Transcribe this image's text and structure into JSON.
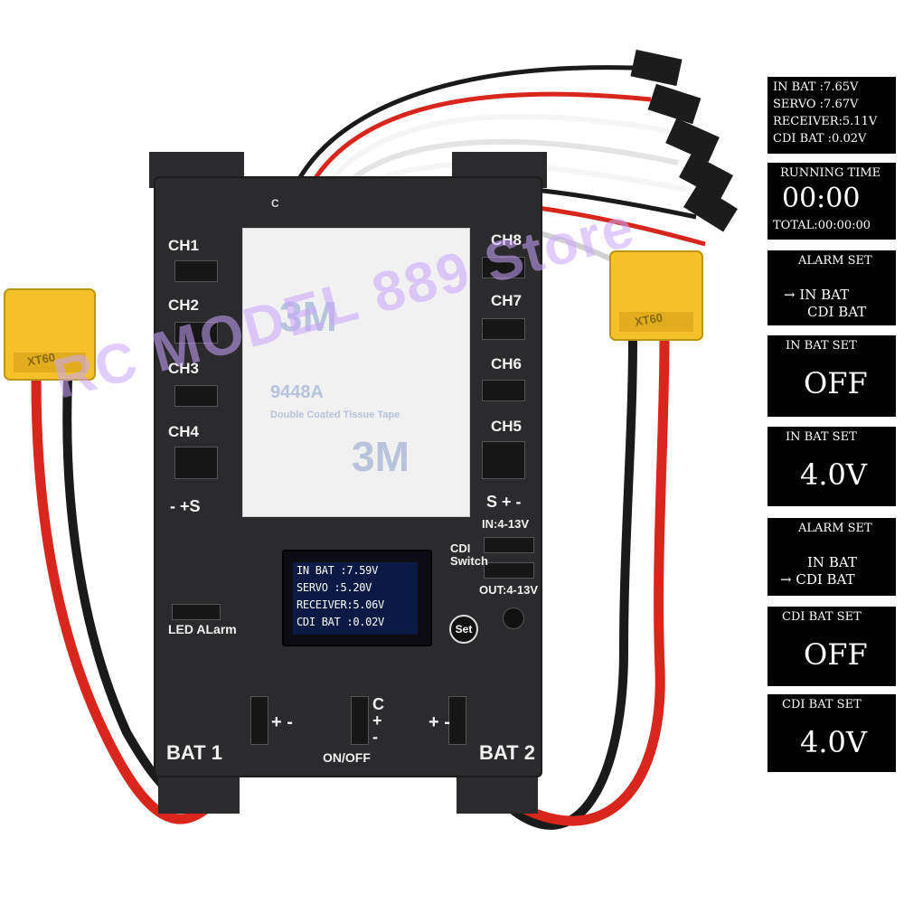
{
  "board": {
    "channels_left": [
      "CH1",
      "CH2",
      "CH3",
      "CH4"
    ],
    "channels_right": [
      "CH8",
      "CH7",
      "CH6",
      "CH5"
    ],
    "pin_left": "- +S",
    "pin_right": "S + -",
    "in_range": "IN:4-13V",
    "cdi_switch": "CDI Switch",
    "out_range": "OUT:4-13V",
    "led_alarm": "LED ALarm",
    "set": "Set",
    "bat1": "BAT 1",
    "bat2": "BAT 2",
    "on_off": "ON/OFF",
    "plus_minus": "+ -",
    "c_plus_minus": "C + -",
    "top_mark": "C",
    "sticker": {
      "logo": "3M",
      "code": "9448A",
      "tape": "Double Coated Tissue Tape"
    },
    "connector_left": "XT60",
    "connector_right": "XT60",
    "oled": {
      "lines": [
        "IN BAT  :7.59V",
        "SERVO   :5.20V",
        "RECEIVER:5.06V",
        "CDI BAT :0.02V"
      ]
    }
  },
  "panels": [
    {
      "lines": [
        "IN BAT   :7.65V",
        "SERVO    :7.67V",
        "RECEIVER:5.11V",
        "CDI BAT  :0.02V"
      ]
    },
    {
      "title": "RUNNING TIME",
      "big": "00:00",
      "footer": "TOTAL:00:00:00"
    },
    {
      "title": "ALARM SET",
      "item1": "→ IN  BAT",
      "item2": "CDI BAT"
    },
    {
      "title": "IN BAT SET",
      "big": "OFF"
    },
    {
      "title": "IN BAT SET",
      "big": "4.0V"
    },
    {
      "title": "ALARM SET",
      "item1": "IN  BAT",
      "item2": "→ CDI BAT"
    },
    {
      "title": "CDI BAT SET",
      "big": "OFF"
    },
    {
      "title": "CDI BAT SET",
      "big": "4.0V"
    }
  ],
  "watermark": "RC MODEL 889 Store",
  "colors": {
    "board": "#2b2b2d",
    "xt60": "#f3c22b",
    "wire_red": "#d9261c",
    "wire_black": "#1a1a1a",
    "oled": "#0a1a44"
  }
}
